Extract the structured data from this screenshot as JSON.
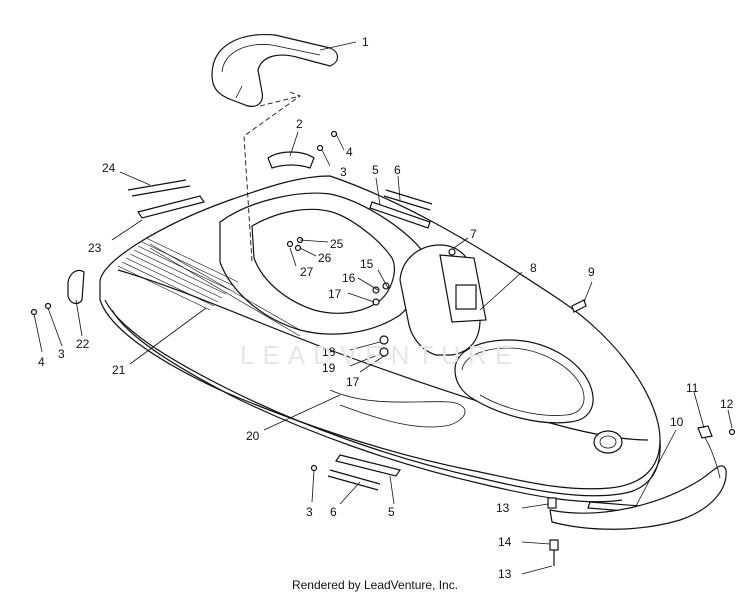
{
  "diagram": {
    "callouts": [
      {
        "id": "1",
        "label": "1"
      },
      {
        "id": "2",
        "label": "2"
      },
      {
        "id": "3a",
        "label": "3"
      },
      {
        "id": "4a",
        "label": "4"
      },
      {
        "id": "5a",
        "label": "5"
      },
      {
        "id": "6a",
        "label": "6"
      },
      {
        "id": "24",
        "label": "24"
      },
      {
        "id": "23",
        "label": "23"
      },
      {
        "id": "25",
        "label": "25"
      },
      {
        "id": "26",
        "label": "26"
      },
      {
        "id": "27",
        "label": "27"
      },
      {
        "id": "7",
        "label": "7"
      },
      {
        "id": "8",
        "label": "8"
      },
      {
        "id": "9",
        "label": "9"
      },
      {
        "id": "15",
        "label": "15"
      },
      {
        "id": "16",
        "label": "16"
      },
      {
        "id": "17a",
        "label": "17"
      },
      {
        "id": "18",
        "label": "18"
      },
      {
        "id": "19",
        "label": "19"
      },
      {
        "id": "17b",
        "label": "17"
      },
      {
        "id": "22",
        "label": "22"
      },
      {
        "id": "4b",
        "label": "4"
      },
      {
        "id": "3b",
        "label": "3"
      },
      {
        "id": "21",
        "label": "21"
      },
      {
        "id": "20",
        "label": "20"
      },
      {
        "id": "3c",
        "label": "3"
      },
      {
        "id": "6b",
        "label": "6"
      },
      {
        "id": "5b",
        "label": "5"
      },
      {
        "id": "10",
        "label": "10"
      },
      {
        "id": "11",
        "label": "11"
      },
      {
        "id": "12",
        "label": "12"
      },
      {
        "id": "13a",
        "label": "13"
      },
      {
        "id": "14",
        "label": "14"
      },
      {
        "id": "13b",
        "label": "13"
      }
    ],
    "watermark": "LEADVENTURE",
    "footer": "Rendered by LeadVenture, Inc."
  }
}
